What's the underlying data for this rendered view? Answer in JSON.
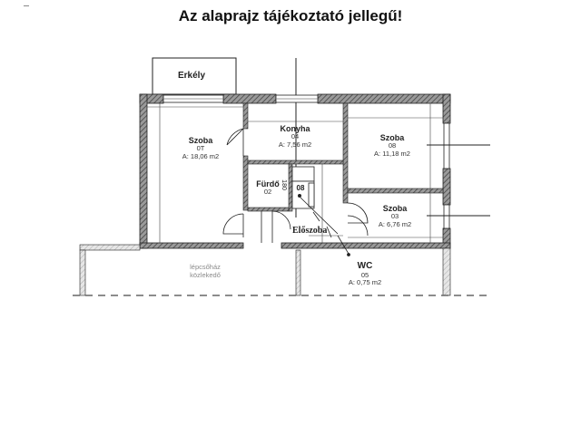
{
  "title": "Az alaprajz tájékoztató jellegű!",
  "rooms": {
    "erkely": {
      "name": "Erkély"
    },
    "szoba_07": {
      "name": "Szoba",
      "number": "0T",
      "area": "A: 18,06 m2"
    },
    "konyha": {
      "name": "Konyha",
      "number": "04",
      "area": "A: 7,56 m2"
    },
    "szoba_08": {
      "name": "Szoba",
      "number": "08",
      "area": "A: 11,18 m2"
    },
    "furdo": {
      "name": "Fürdő",
      "number": "02",
      "side_number": "180"
    },
    "closet": {
      "number": "08"
    },
    "eloszoba": {
      "name": "Előszoba"
    },
    "szoba_03": {
      "name": "Szoba",
      "number": "03",
      "area": "A: 6,76 m2"
    },
    "wc": {
      "name": "WC",
      "number": "05",
      "area": "A: 0,75 m2"
    },
    "lepcsohaz": {
      "line1": "lépcsőház",
      "line2": "közlekedő"
    }
  },
  "colors": {
    "wall_fill": "#6a6a6a",
    "line": "#222222",
    "muted_text": "#8a8a8a"
  }
}
